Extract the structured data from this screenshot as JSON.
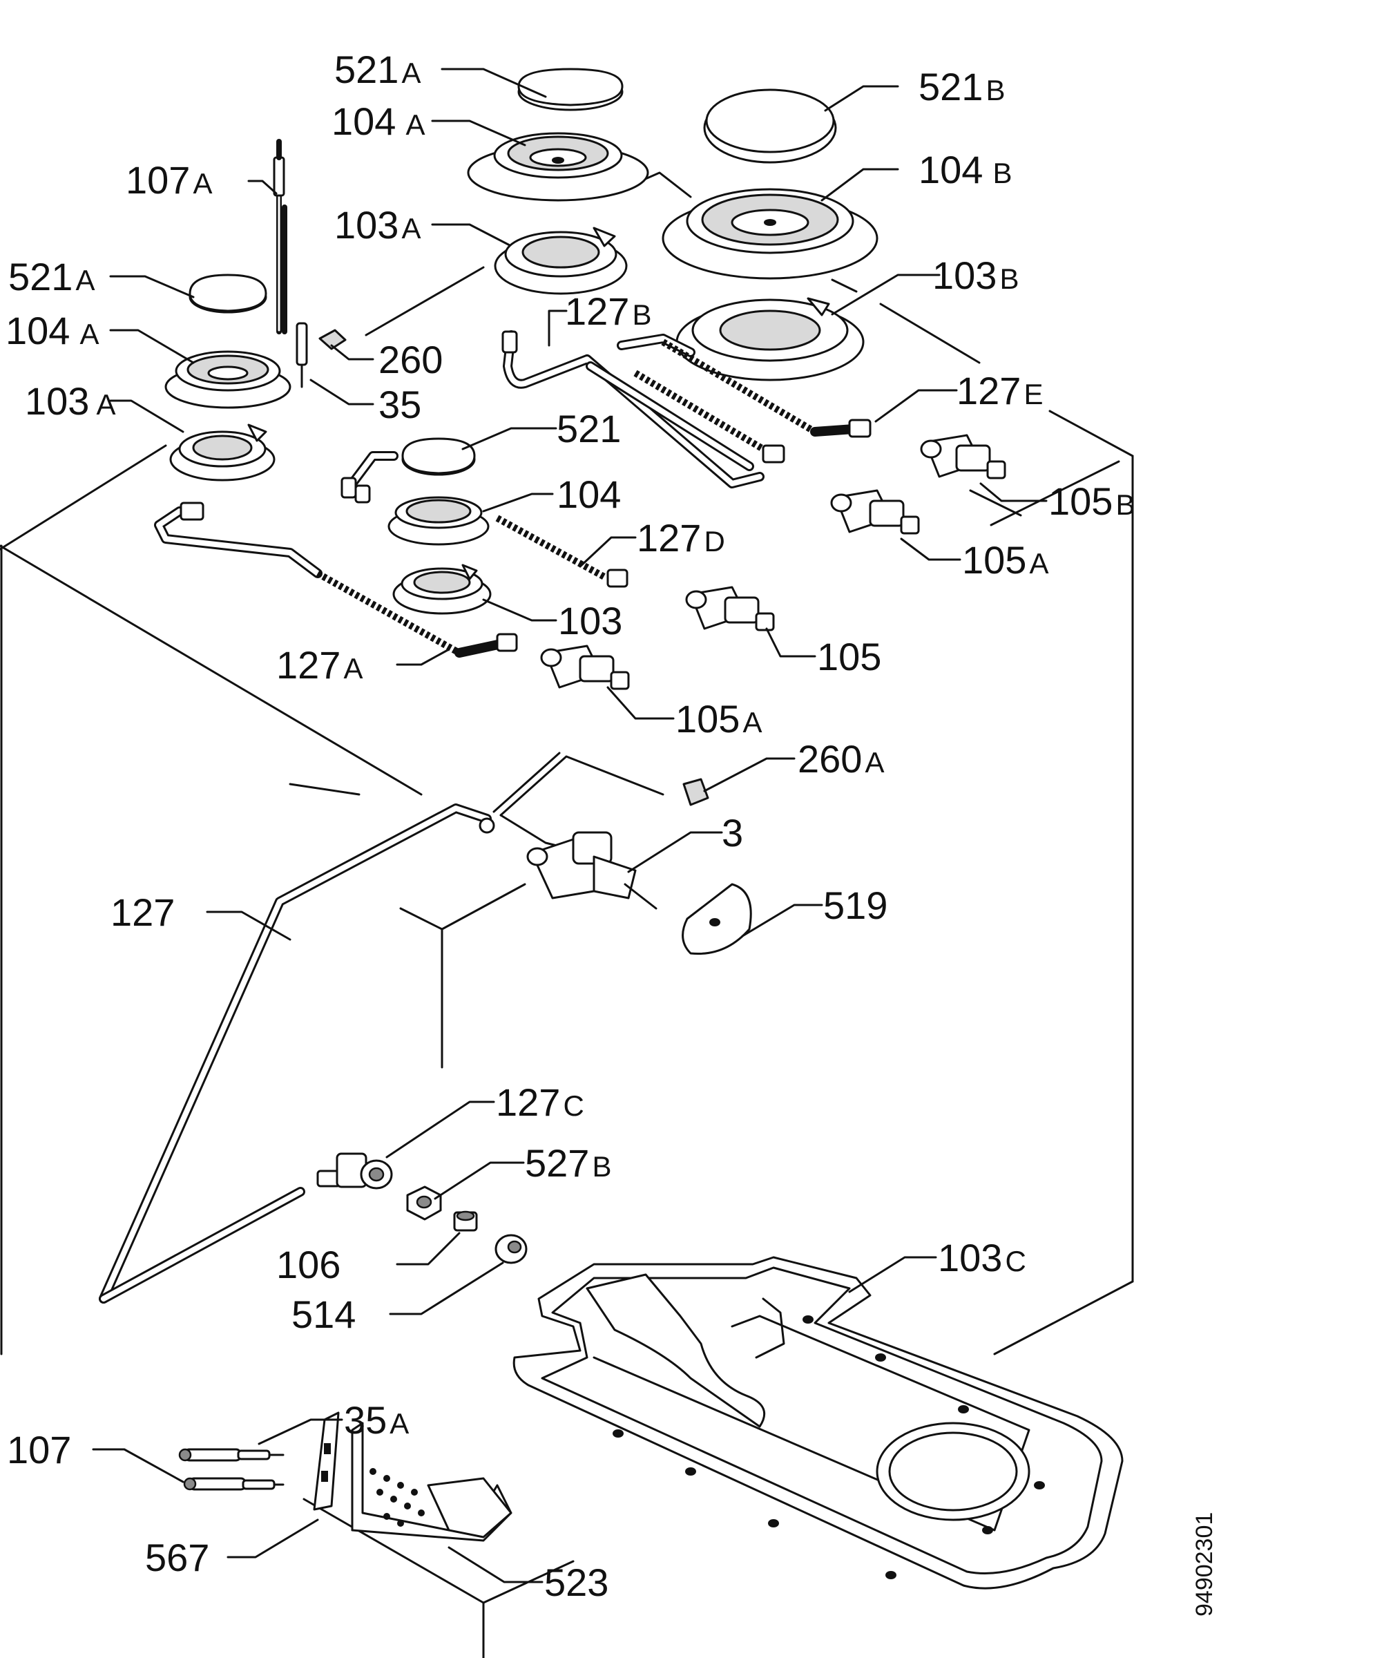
{
  "labels": {
    "p521a_top": {
      "num": "521",
      "suf": "A"
    },
    "p104a_top": {
      "num": "104",
      "suf": "A"
    },
    "p107a": {
      "num": "107",
      "suf": "A"
    },
    "p103a_top": {
      "num": "103",
      "suf": "A"
    },
    "p521a_left": {
      "num": "521",
      "suf": "A"
    },
    "p104a_left": {
      "num": "104",
      "suf": "A"
    },
    "p103a_left": {
      "num": "103",
      "suf": "A"
    },
    "p521b": {
      "num": "521",
      "suf": "B"
    },
    "p104b": {
      "num": "104",
      "suf": "B"
    },
    "p103b": {
      "num": "103",
      "suf": "B"
    },
    "p127b": {
      "num": "127",
      "suf": "B"
    },
    "p260": {
      "num": "260",
      "suf": ""
    },
    "p35": {
      "num": "35",
      "suf": ""
    },
    "p127e": {
      "num": "127",
      "suf": "E"
    },
    "p521": {
      "num": "521",
      "suf": ""
    },
    "p104": {
      "num": "104",
      "suf": ""
    },
    "p105b": {
      "num": "105",
      "suf": "B"
    },
    "p105a_right": {
      "num": "105",
      "suf": "A"
    },
    "p127d": {
      "num": "127",
      "suf": "D"
    },
    "p103": {
      "num": "103",
      "suf": ""
    },
    "p105": {
      "num": "105",
      "suf": ""
    },
    "p127a": {
      "num": "127",
      "suf": "A"
    },
    "p105a_mid": {
      "num": "105",
      "suf": "A"
    },
    "p260a": {
      "num": "260",
      "suf": "A"
    },
    "p3": {
      "num": "3",
      "suf": ""
    },
    "p127": {
      "num": "127",
      "suf": ""
    },
    "p519": {
      "num": "519",
      "suf": ""
    },
    "p127c": {
      "num": "127",
      "suf": "C"
    },
    "p527b": {
      "num": "527",
      "suf": "B"
    },
    "p106": {
      "num": "106",
      "suf": ""
    },
    "p514": {
      "num": "514",
      "suf": ""
    },
    "p103c": {
      "num": "103",
      "suf": "C"
    },
    "p35a": {
      "num": "35",
      "suf": "A"
    },
    "p107": {
      "num": "107",
      "suf": ""
    },
    "p567": {
      "num": "567",
      "suf": ""
    },
    "p523": {
      "num": "523",
      "suf": ""
    }
  },
  "document_id": "94902301"
}
